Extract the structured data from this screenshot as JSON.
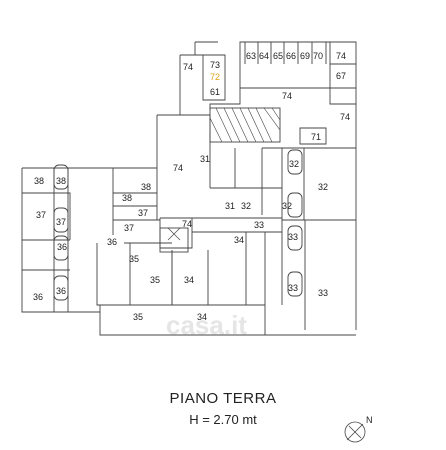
{
  "plan": {
    "title": "PIANO TERRA",
    "height_note": "H = 2.70 mt",
    "north_label": "N",
    "watermark": "casa.it",
    "highlight_color": "#e0a020",
    "rooms": [
      {
        "id": "r63",
        "label": "63"
      },
      {
        "id": "r64",
        "label": "64"
      },
      {
        "id": "r65",
        "label": "65"
      },
      {
        "id": "r66",
        "label": "66"
      },
      {
        "id": "r69",
        "label": "69"
      },
      {
        "id": "r70",
        "label": "70"
      },
      {
        "id": "r74a",
        "label": "74"
      },
      {
        "id": "r67",
        "label": "67"
      },
      {
        "id": "r74b",
        "label": "74"
      },
      {
        "id": "r73",
        "label": "73"
      },
      {
        "id": "r72",
        "label": "72",
        "highlight": true
      },
      {
        "id": "r61",
        "label": "61"
      },
      {
        "id": "r74c",
        "label": "74"
      },
      {
        "id": "r74d",
        "label": "74"
      },
      {
        "id": "r71",
        "label": "71"
      },
      {
        "id": "r74e",
        "label": "74"
      },
      {
        "id": "r31a",
        "label": "31"
      },
      {
        "id": "r32a",
        "label": "32"
      },
      {
        "id": "r32b",
        "label": "32"
      },
      {
        "id": "r38a",
        "label": "38"
      },
      {
        "id": "r38b",
        "label": "38"
      },
      {
        "id": "r38c",
        "label": "38"
      },
      {
        "id": "r38d",
        "label": "38"
      },
      {
        "id": "r37a",
        "label": "37"
      },
      {
        "id": "r37b",
        "label": "37"
      },
      {
        "id": "r37c",
        "label": "37"
      },
      {
        "id": "r37d",
        "label": "37"
      },
      {
        "id": "r31b",
        "label": "31"
      },
      {
        "id": "r32c",
        "label": "32"
      },
      {
        "id": "r32d",
        "label": "32"
      },
      {
        "id": "r33a",
        "label": "33"
      },
      {
        "id": "r74f",
        "label": "74"
      },
      {
        "id": "r34a",
        "label": "34"
      },
      {
        "id": "r36a",
        "label": "36"
      },
      {
        "id": "r36b",
        "label": "36"
      },
      {
        "id": "r35a",
        "label": "35"
      },
      {
        "id": "r33b",
        "label": "33"
      },
      {
        "id": "r35b",
        "label": "35"
      },
      {
        "id": "r34b",
        "label": "34"
      },
      {
        "id": "r33c",
        "label": "33"
      },
      {
        "id": "r36c",
        "label": "36"
      },
      {
        "id": "r36d",
        "label": "36"
      },
      {
        "id": "r33d",
        "label": "33"
      },
      {
        "id": "r35c",
        "label": "35"
      },
      {
        "id": "r34c",
        "label": "34"
      }
    ]
  }
}
